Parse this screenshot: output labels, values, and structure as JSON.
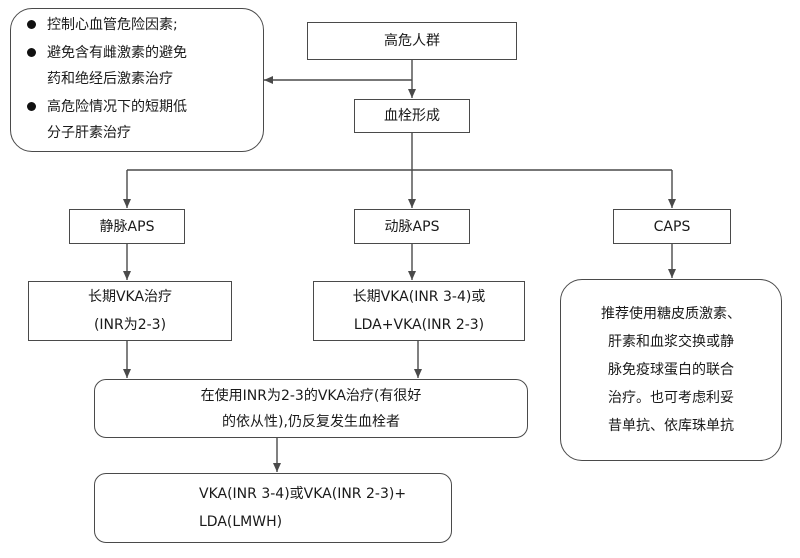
{
  "prevention": {
    "items": [
      {
        "lines": [
          "控制心血管危险因素;"
        ]
      },
      {
        "lines": [
          "避免含有雌激素的避免",
          "药和绝经后激素治疗"
        ]
      },
      {
        "lines": [
          "高危险情况下的短期低",
          "分子肝素治疗"
        ]
      }
    ]
  },
  "high_risk": "高危人群",
  "thrombosis": "血栓形成",
  "venous_aps": "静脉APS",
  "arterial_aps": "动脉APS",
  "caps": "CAPS",
  "venous_treatment": {
    "lines": [
      "长期VKA治疗",
      "(INR为2-3)"
    ]
  },
  "arterial_treatment": {
    "lines": [
      "长期VKA(INR 3-4)或",
      "LDA+VKA(INR 2-3)"
    ]
  },
  "caps_treatment": {
    "lines": [
      "推荐使用糖皮质激素、",
      "肝素和血浆交换或静",
      "脉免疫球蛋白的联合",
      "治疗。也可考虑利妥",
      "昔单抗、依库珠单抗"
    ]
  },
  "recurrence": {
    "lines": [
      "在使用INR为2-3的VKA治疗(有很好",
      "的依从性),仍反复发生血栓者"
    ]
  },
  "escalation": {
    "lines": [
      "VKA(INR 3-4)或VKA(INR 2-3)+",
      "LDA(LMWH)"
    ]
  }
}
